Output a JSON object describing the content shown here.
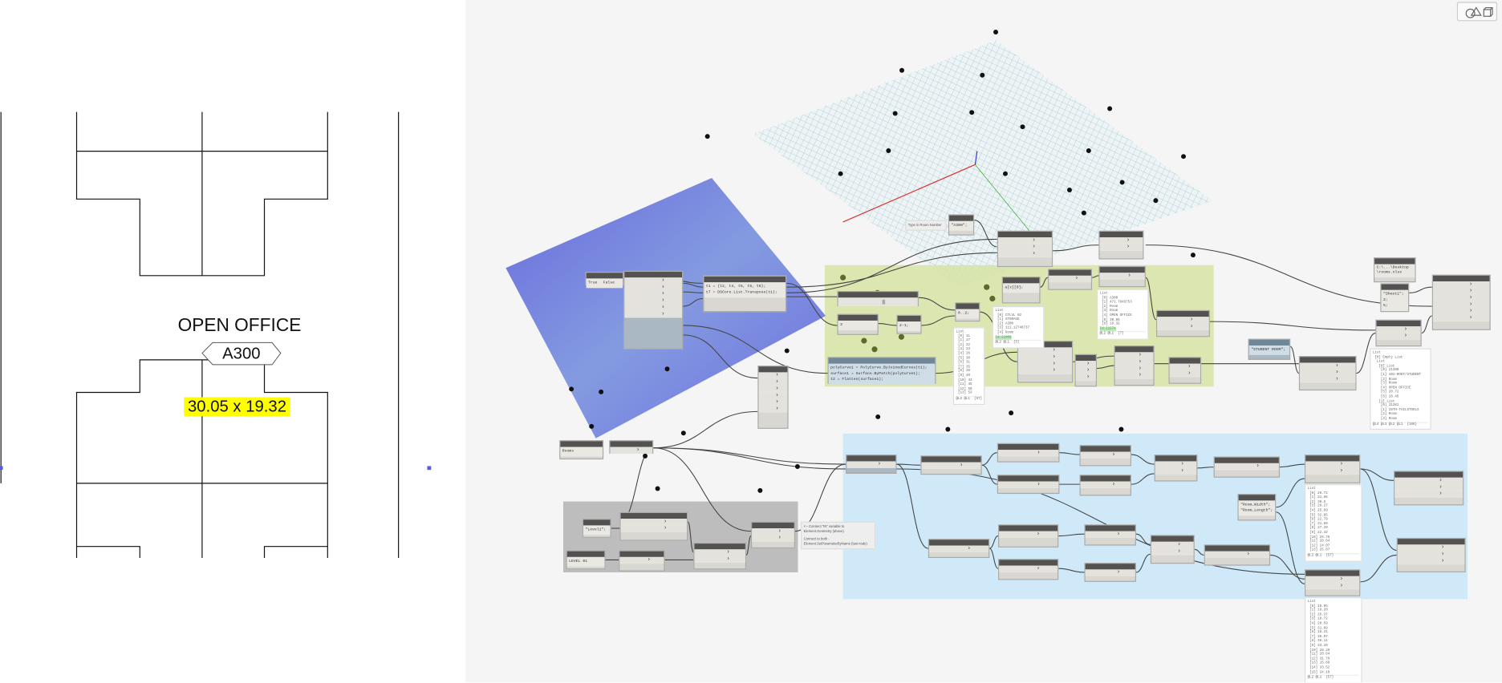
{
  "plan": {
    "room_name": "OPEN OFFICE",
    "room_number": "A300",
    "room_dims": "30.05 x 19.32",
    "highlight_color": "#ffff00"
  },
  "toolbar": {
    "geometry_view_icon": "shapes-cube-icon"
  },
  "colors": {
    "green_group": "#dbe5b0",
    "blue_group": "#cfe9f9",
    "gray_group": "#bdbdbd",
    "surface_blue": "#6f74de",
    "node_header": "#545250"
  },
  "nodes": {
    "boolean": {
      "true_label": "True",
      "false_label": "False"
    },
    "code_transpose": {
      "code": "t1 = {t2, t4, t5, t5, t6};\nt7 = DSCore.List.Transpose(t1);"
    },
    "number": {
      "value": "3"
    },
    "code_minus": {
      "code": "2-1;"
    },
    "code_range": {
      "code": "0..2;"
    },
    "code_surface": {
      "code": "polyCurve1 = PolyCurve.ByJoinedCurves(t1);\nsurface1 = Surface.ByPatch(polyCurve1);\nt2 = Flatten(surface1);"
    },
    "code_index": {
      "code": "a[x][0];"
    },
    "room_number_input": {
      "code": "\"A300\";"
    },
    "room_number_note": {
      "text": "Type in Room Number"
    },
    "categories_dropdown": {
      "value": "Rooms"
    },
    "level_string": {
      "code": "\"Level1\";"
    },
    "levels_dropdown": {
      "value": "LEVEL 01"
    },
    "geometry_note": {
      "text": "<-- Connect \"IN\" variable to Element.Geometry (above)",
      "text2": "Connect to both - Element.SetParameterByName (last node)"
    },
    "param_names": {
      "code": "\"Room_Width\";\n\"Room_Length\";"
    },
    "file_path": {
      "value": "C:\\...\\Desktop\\rooms.xlsx"
    },
    "sheet_code": {
      "code": "\"Sheet1\";\n2;\n5;"
    },
    "student_room": {
      "code": "\"STUDENT ROOM\";"
    }
  },
  "watches": {
    "range_list": {
      "text": "List\n [0] 11\n [1] 17\n [2] 22\n [3] 23\n [4] 26\n [5] 30\n [6] 31\n [7] 35\n [8] 38\n [9] 40\n [10] 43\n [11] 45\n [12] 50\n [13] 53",
      "footer": "@L2 @L1  {57}"
    },
    "room_info": {
      "text": "List\n [0] CTLVL 02\n [1] STORAGE\n [2] A300\n [3] 111.12748737\n [4] Room",
      "tag": "Id:21009",
      "footer": "@L2 @L1  {5}"
    },
    "room_params": {
      "text": "List\n [0] A300\n [1] 471.7848753\n [2] Room\n [3] Room\n [4] OPEN OFFICE\n [5] 30.05\n [6] 19.32",
      "tag": "Id:21574",
      "footer": "@L2 @L1  {7}"
    },
    "excel_list": {
      "text": "List\n [0] Empty List\n  List\n   [0] List\n    [0] 21380\n    [1] A01-ROOT/STUDENT\n    [2] Room\n    [3] Room\n    [4] OPEN OFFICE\n    [5] 20.72\n    [6] 28.45\n   [1] List\n    [0] 21381\n    [1] 28TH-TAILSTOOLS\n    [2] Room\n    [3] Room",
      "footer": "@L4 @L3 @L2 @L1  {106}"
    },
    "width_list": {
      "text": "List\n [0] 26.72\n [1] 31.65\n [2] 30.5\n [3] 29.27\n [4] 25.99\n [5] 32.65\n [6] 22.79\n [7] 31.89\n [8] 27.20\n [9] 22.42\n [10] 29.76\n [11] 28.64\n [12] 24.07\n [13] 25.07",
      "footer": "@L2 @L1  {57}"
    },
    "length_list": {
      "text": "List\n [0] 16.95\n [1] 19.20\n [2] 26.37\n [3] 18.72\n [4] 20.59\n [5] 31.89\n [6] 18.21\n [7] 36.97\n [8] 36.11\n [9] 33.29\n [10] 28.29\n [11] 20.64\n [12] 31.79\n [13] 15.89\n [14] 33.52\n [15] 24.19",
      "footer": "@L2 @L1  {57}"
    }
  }
}
